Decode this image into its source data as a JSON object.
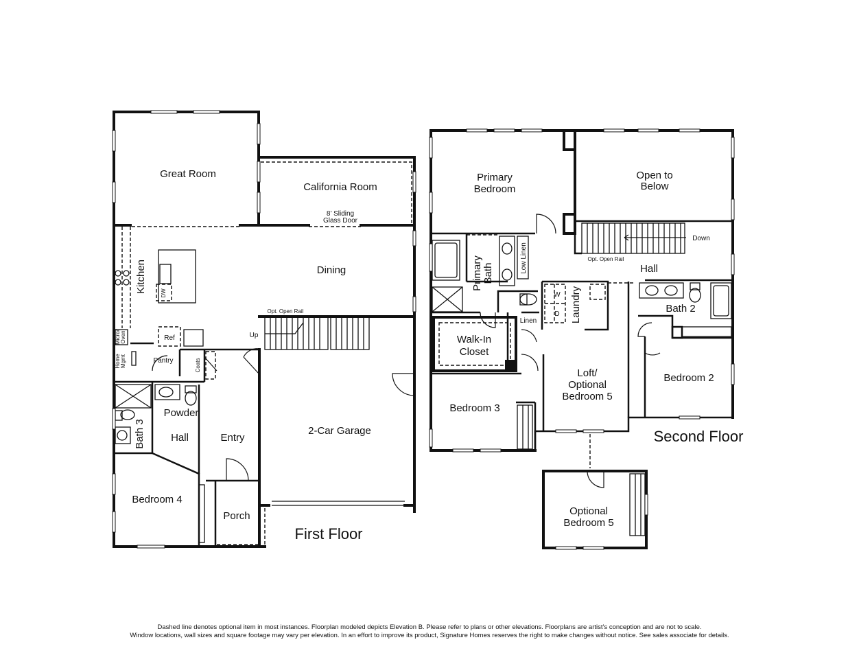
{
  "floors": {
    "first": "First Floor",
    "second": "Second Floor"
  },
  "rooms_first": {
    "great_room": "Great Room",
    "california_room": "California Room",
    "sliding_door_1": "8’ Sliding",
    "sliding_door_2": "Glass Door",
    "kitchen": "Kitchen",
    "dining": "Dining",
    "opt_open_rail": "Opt. Open Rail",
    "up": "Up",
    "dw": "DW",
    "ref": "Ref",
    "micro_oven_1": "Micro/",
    "micro_oven_2": "Oven",
    "home_mgmt_1": "Home",
    "home_mgmt_2": "Mgmt",
    "pantry": "Pantry",
    "coats": "Coats",
    "powder": "Powder",
    "hall": "Hall",
    "bath3": "Bath 3",
    "entry": "Entry",
    "garage": "2-Car Garage",
    "bedroom4": "Bedroom 4",
    "porch": "Porch"
  },
  "rooms_second": {
    "primary_bedroom_1": "Primary",
    "primary_bedroom_2": "Bedroom",
    "open_to_below_1": "Open to",
    "open_to_below_2": "Below",
    "down": "Down",
    "opt_open_rail": "Opt. Open Rail",
    "hall": "Hall",
    "primary_bath_1": "Primary",
    "primary_bath_2": "Bath",
    "low_linen": "Low Linen",
    "walk_in_1": "Walk-In",
    "walk_in_2": "Closet",
    "linen": "Linen",
    "laundry": "Laundry",
    "dryer": "D",
    "washer": "W",
    "bath2": "Bath 2",
    "loft_1": "Loft/",
    "loft_2": "Optional",
    "loft_3": "Bedroom 5",
    "bedroom2": "Bedroom 2",
    "bedroom3": "Bedroom 3",
    "opt_bed5_1": "Optional",
    "opt_bed5_2": "Bedroom 5"
  },
  "disclaimer": {
    "line1": "Dashed line denotes optional item in most instances. Floorplan modeled depicts Elevation B. Please refer to plans or other elevations. Floorplans are artist’s conception and are not to scale.",
    "line2": "Window locations, wall sizes and square footage may vary per elevation. In an effort to improve its product, Signature Homes reserves the right to make changes without notice. See sales associate for details."
  }
}
